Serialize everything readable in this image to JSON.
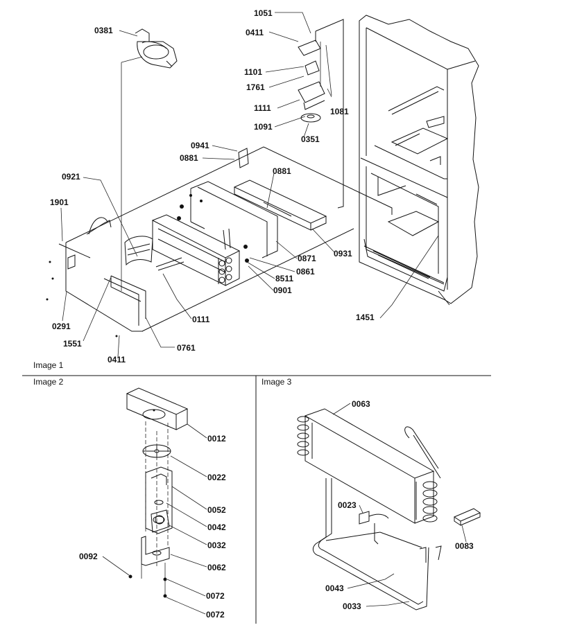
{
  "sections": {
    "image1": "Image 1",
    "image2": "Image 2",
    "image3": "Image 3"
  },
  "image1_labels": {
    "p0381": "0381",
    "p1051": "1051",
    "p0411_top": "0411",
    "p1101": "1101",
    "p1761": "1761",
    "p1111": "1111",
    "p1081": "1081",
    "p1091": "1091",
    "p0351": "0351",
    "p0941": "0941",
    "p0881_a": "0881",
    "p0881_b": "0881",
    "p0921": "0921",
    "p1901": "1901",
    "p0871": "0871",
    "p0861": "0861",
    "p0931": "0931",
    "p8511": "8511",
    "p0901": "0901",
    "p0111": "0111",
    "p0291": "0291",
    "p1551": "1551",
    "p0761": "0761",
    "p0411_bottom": "0411",
    "p1451": "1451"
  },
  "image2_labels": {
    "p0012": "0012",
    "p0022": "0022",
    "p0052": "0052",
    "p0042": "0042",
    "p0032": "0032",
    "p0092": "0092",
    "p0062": "0062",
    "p0072_a": "0072",
    "p0072_b": "0072"
  },
  "image3_labels": {
    "p0063": "0063",
    "p0023": "0023",
    "p0083": "0083",
    "p0043": "0043",
    "p0033": "0033"
  }
}
